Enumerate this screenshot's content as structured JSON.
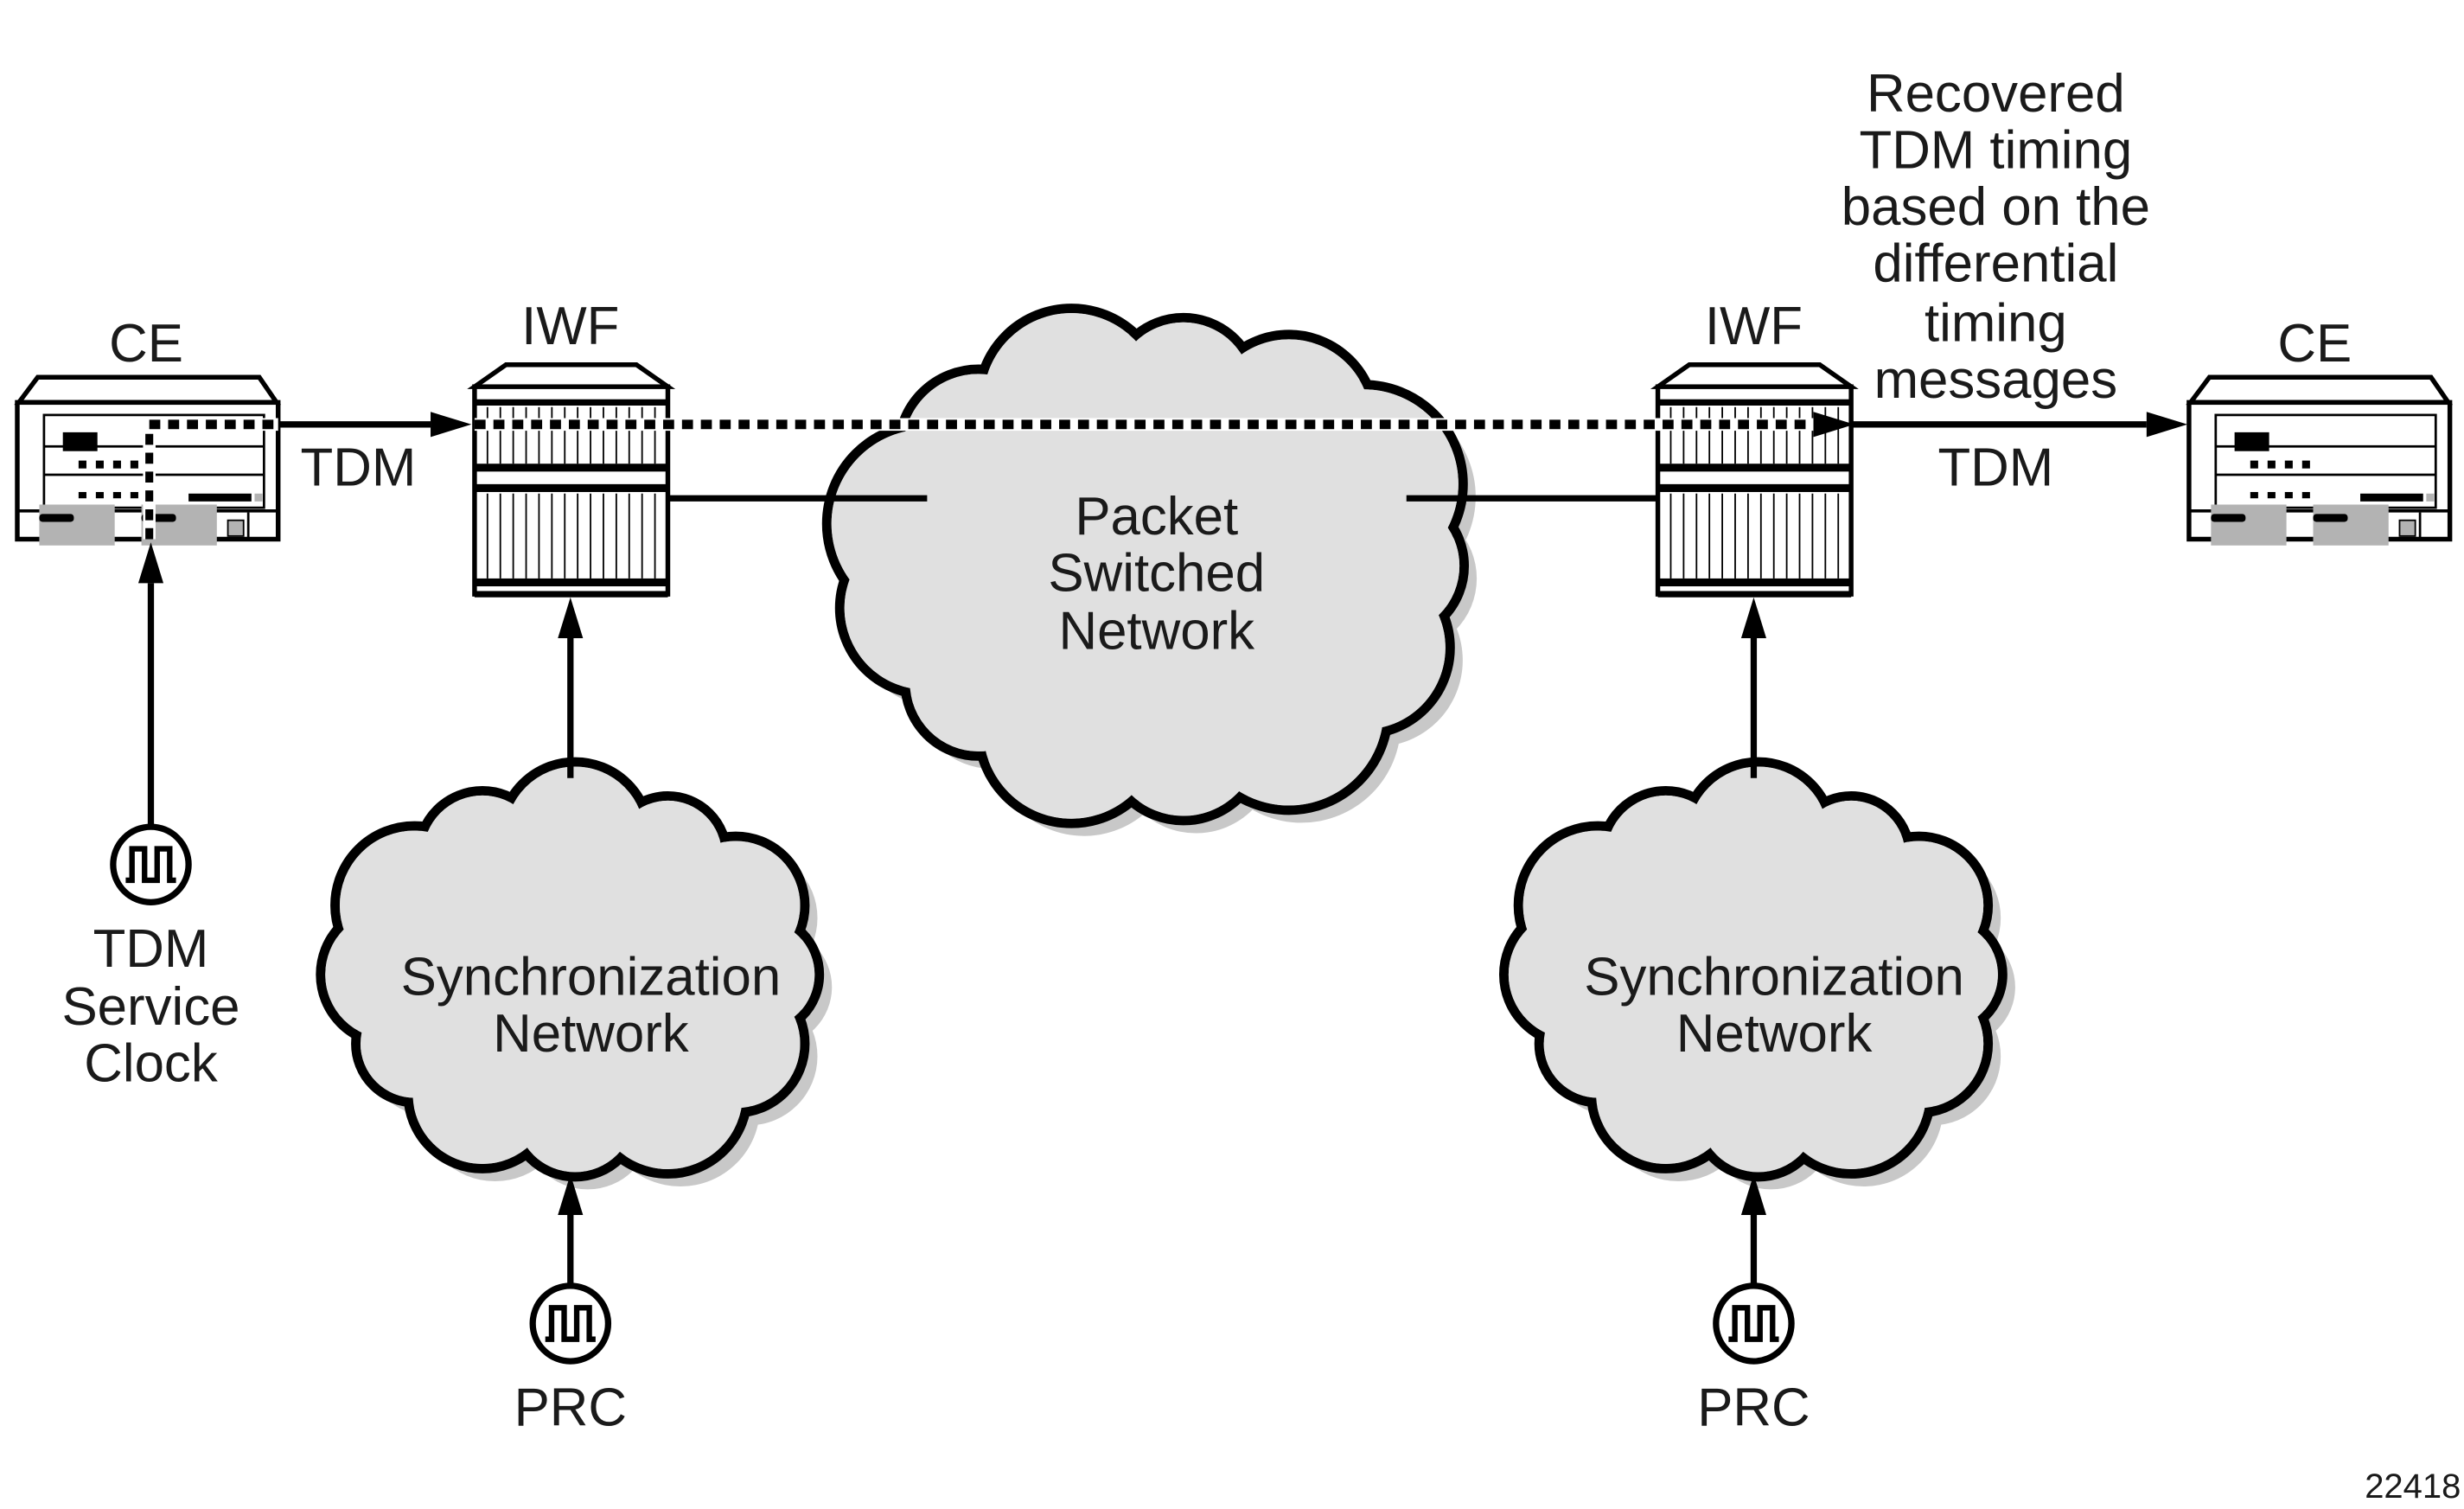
{
  "labels": {
    "ce_left": "CE",
    "ce_right": "CE",
    "iwf_left": "IWF",
    "iwf_right": "IWF",
    "tdm_left": "TDM",
    "tdm_right": "TDM",
    "psn": [
      "Packet",
      "Switched",
      "Network"
    ],
    "sync_left": [
      "Synchronization",
      "Network"
    ],
    "sync_right": [
      "Synchronization",
      "Network"
    ],
    "service_clock": [
      "TDM",
      "Service",
      "Clock"
    ],
    "prc_left": "PRC",
    "prc_right": "PRC",
    "recovered": [
      "Recovered",
      "TDM timing",
      "based on the",
      "differential",
      "timing",
      "messages"
    ],
    "figure_id": "22418"
  },
  "colors": {
    "stroke": "#000000",
    "cloud_fill": "#e0e0e0",
    "shadow": "#c8c8c8",
    "device_grey": "#b3b3b3"
  }
}
